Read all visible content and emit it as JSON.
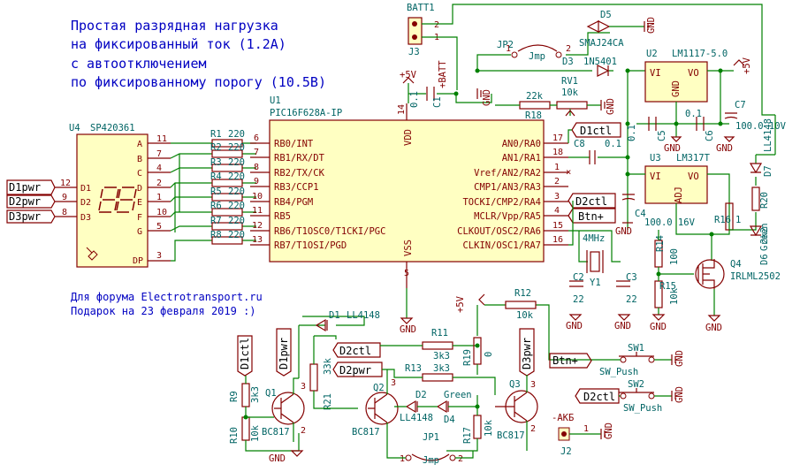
{
  "title_lines": [
    "Простая разрядная нагрузка",
    "на фиксированный ток (1.2А)",
    "с автоотключением",
    "по фиксированному порогу (10.5В)"
  ],
  "footer_lines": [
    "Для форума Electrotransport.ru",
    "Подарок на 23 февраля 2019 :)"
  ],
  "u1": {
    "ref": "U1",
    "value": "PIC16F628A-IP",
    "left_pins": [
      {
        "num": "6",
        "name": "RB0/INT"
      },
      {
        "num": "7",
        "name": "RB1/RX/DT"
      },
      {
        "num": "8",
        "name": "RB2/TX/CK"
      },
      {
        "num": "9",
        "name": "RB3/CCP1"
      },
      {
        "num": "10",
        "name": "RB4/PGM"
      },
      {
        "num": "11",
        "name": "RB5"
      },
      {
        "num": "12",
        "name": "RB6/T1OSC0/T1CKI/PGC"
      },
      {
        "num": "13",
        "name": "RB7/T1OSI/PGD"
      }
    ],
    "right_pins": [
      {
        "num": "17",
        "name": "AN0/RA0"
      },
      {
        "num": "18",
        "name": "AN1/RA1"
      },
      {
        "num": "1",
        "name": "Vref/AN2/RA2"
      },
      {
        "num": "2",
        "name": "CMP1/AN3/RA3"
      },
      {
        "num": "3",
        "name": "TOCKI/CMP2/RA4"
      },
      {
        "num": "4",
        "name": "MCLR/Vpp/RA5"
      },
      {
        "num": "15",
        "name": "CLKOUT/OSC2/RA6"
      },
      {
        "num": "16",
        "name": "CLKIN/OSC1/RA7"
      }
    ],
    "vdd": "VDD",
    "vdd_pin": "14",
    "vss": "VSS",
    "vss_pin": "5"
  },
  "u4": {
    "ref": "U4",
    "value": "SP420361",
    "right_pins": [
      {
        "name": "A",
        "num": "11"
      },
      {
        "name": "B",
        "num": "7"
      },
      {
        "name": "C",
        "num": "4"
      },
      {
        "name": "D",
        "num": "2"
      },
      {
        "name": "E",
        "num": "1"
      },
      {
        "name": "F",
        "num": "10"
      },
      {
        "name": "G",
        "num": "5"
      },
      {
        "name": "DP",
        "num": "3"
      }
    ],
    "left_pins": [
      {
        "name": "D1",
        "num": "12",
        "net": "D1pwr"
      },
      {
        "name": "D2",
        "num": "9",
        "net": "D2pwr"
      },
      {
        "name": "D3",
        "num": "8",
        "net": "D3pwr"
      }
    ]
  },
  "resistors_bank": [
    {
      "ref": "R1",
      "value": "220"
    },
    {
      "ref": "R2",
      "value": "220"
    },
    {
      "ref": "R3",
      "value": "220"
    },
    {
      "ref": "R4",
      "value": "220"
    },
    {
      "ref": "R5",
      "value": "220"
    },
    {
      "ref": "R6",
      "value": "220"
    },
    {
      "ref": "R7",
      "value": "220"
    },
    {
      "ref": "R8",
      "value": "220"
    }
  ],
  "parts": {
    "batt1": "BATT1",
    "j3": "J3",
    "jp2": "JP2",
    "jmp": "Jmp",
    "d5_ref": "D5",
    "d5_val": "SMAJ24CA",
    "d3_ref": "D3",
    "d3_val": "1N5401",
    "u2_ref": "U2",
    "u2_val": "LM1117-5.0",
    "u2_vi": "VI",
    "u2_vo": "VO",
    "u2_gnd": "GND",
    "u3_ref": "U3",
    "u3_val": "LM317T",
    "u3_vi": "VI",
    "u3_vo": "VO",
    "u3_adj": "ADJ",
    "rv1_ref": "RV1",
    "rv1_val": "10k",
    "r18_ref": "R18",
    "r18_val": "22k",
    "c1_ref": "C1",
    "c1_val": "0.1",
    "c8_ref": "C8",
    "c8_val": "0.1",
    "c5_ref": "C5",
    "c5_val": "0.1",
    "c6_ref": "C6",
    "c6_val": "0.1",
    "c7_ref": "C7",
    "c7_val": "100.0 10V",
    "c4_ref": "C4",
    "c4_val": "100.0 16V",
    "c2_ref": "C2",
    "c2_val": "22",
    "c3_ref": "C3",
    "c3_val": "22",
    "y1_ref": "Y1",
    "y1_val": "4MHz",
    "r16_ref": "R16",
    "r16_val": "1",
    "r14_ref": "R14",
    "r14_val": "100",
    "r15_ref": "R15",
    "r15_val": "10k",
    "q4_ref": "Q4",
    "q4_val": "IRLML2502",
    "r20_ref": "R20",
    "r20_val": "2k2",
    "d6_ref": "D6",
    "d6_val": "Green",
    "d7_ref": "D7",
    "d7_val": "LL4148",
    "r12_ref": "R12",
    "r12_val": "10k",
    "sw1_ref": "SW1",
    "sw1_val": "SW_Push",
    "sw2_ref": "SW2",
    "sw2_val": "SW_Push",
    "j2_ref": "J2",
    "j2_net": "-AKБ",
    "d1_ref": "D1",
    "d1_val": "LL4148",
    "d2_ref": "D2",
    "d2_val": "LL4148",
    "d4_ref": "D4",
    "d4_val": "Green",
    "r9_ref": "R9",
    "r9_val": "3k3",
    "r10_ref": "R10",
    "r10_val": "10k",
    "r21_ref": "R21",
    "r21_val": "33k",
    "r11_ref": "R11",
    "r11_val": "3k3",
    "r13_ref": "R13",
    "r13_val": "3k3",
    "r19_ref": "R19",
    "r19_val": "0",
    "r17_ref": "R17",
    "r17_val": "10k",
    "q1_ref": "Q1",
    "q1_val": "BC817",
    "q2_ref": "Q2",
    "q2_val": "BC817",
    "q3_ref": "Q3",
    "q3_val": "BC817",
    "jp1_ref": "JP1",
    "jp1_val": "Jmp"
  },
  "nets": {
    "gnd": "GND",
    "plus5v": "+5V",
    "batt_plus": "+BATT",
    "d1ctl": "D1ctl",
    "d2ctl": "D2ctl",
    "btn": "Btn+",
    "d1pwr": "D1pwr",
    "d2pwr": "D2pwr",
    "d3pwr": "D3pwr"
  },
  "colors": {
    "wire": "#008000",
    "part": "#840000",
    "part_fill": "#ffffc2",
    "ref_text": "#006464",
    "title_text": "#0000c2"
  }
}
